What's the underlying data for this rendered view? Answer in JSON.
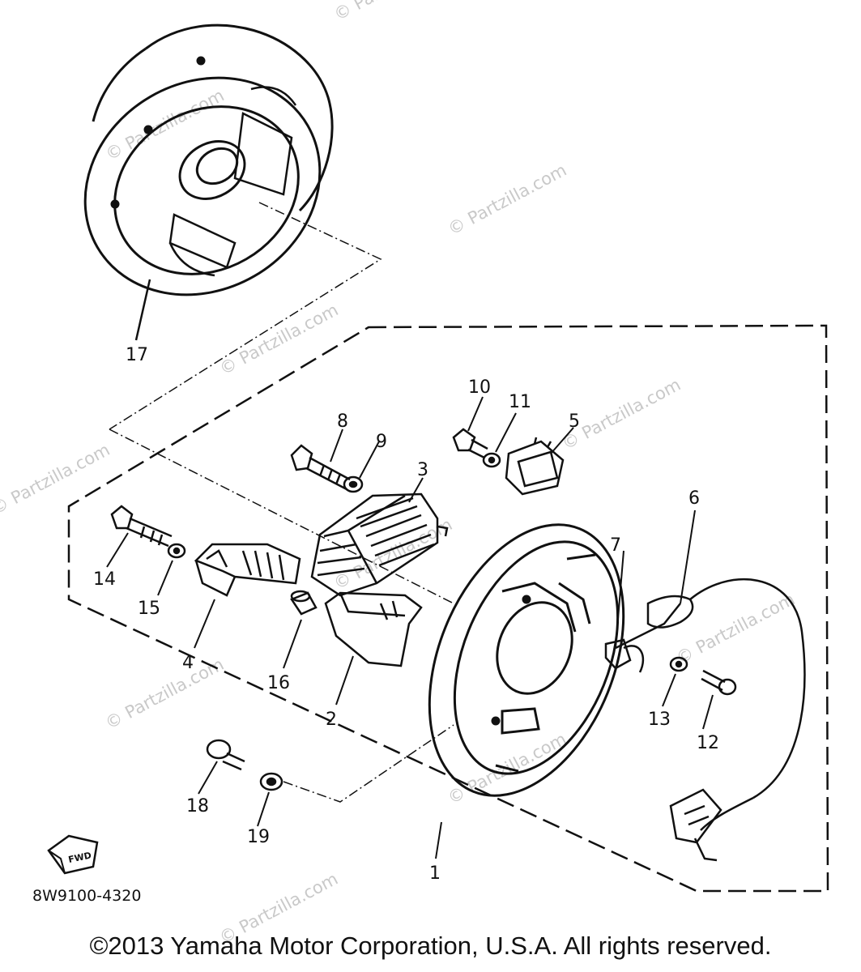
{
  "watermark": "© Partzilla.com",
  "callouts": {
    "c1": "1",
    "c2": "2",
    "c3": "3",
    "c4": "4",
    "c5": "5",
    "c6": "6",
    "c7": "7",
    "c8": "8",
    "c9": "9",
    "c10": "10",
    "c11": "11",
    "c12": "12",
    "c13": "13",
    "c14": "14",
    "c15": "15",
    "c16": "16",
    "c17": "17",
    "c18": "18",
    "c19": "19"
  },
  "fwd_label": "FWD",
  "diagram_code": "8W9100-4320",
  "copyright": "©2013 Yamaha Motor Corporation, U.S.A. All rights reserved."
}
